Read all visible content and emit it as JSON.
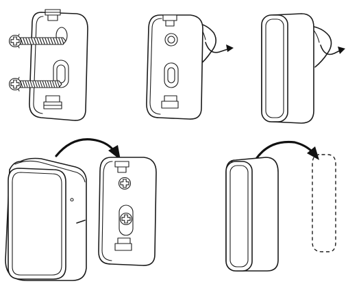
{
  "colors": {
    "line": "#1a1a1a",
    "background": "#ffffff"
  },
  "steps": [
    {
      "id": "step-1",
      "content": "mount-plate-screwed-to-wall"
    },
    {
      "id": "step-2",
      "content": "peel-adhesive-liner-from-plate"
    },
    {
      "id": "step-3",
      "content": "peel-adhesive-liner-from-sensor"
    },
    {
      "id": "step-4",
      "content": "slide-sensor-onto-mount-plate"
    },
    {
      "id": "step-5",
      "content": "stick-sensor-at-marked-position"
    }
  ]
}
